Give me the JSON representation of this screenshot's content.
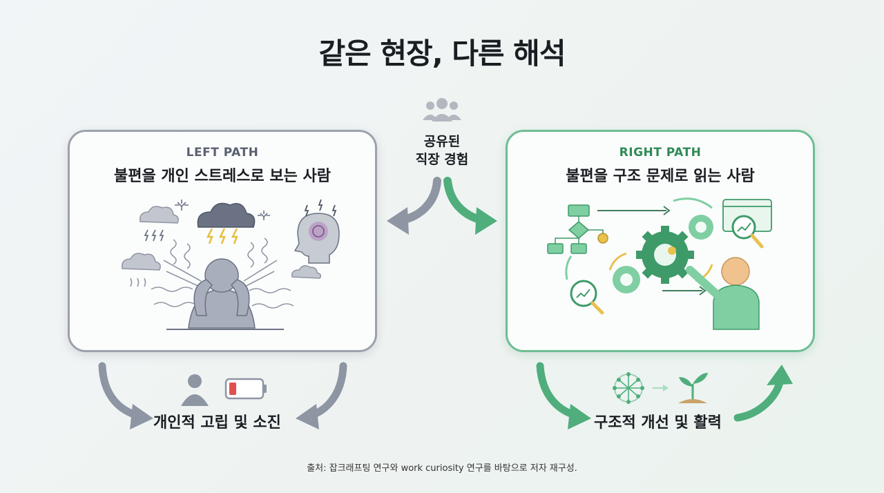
{
  "title": "같은 현장, 다른 해석",
  "center": {
    "line1": "공유된",
    "line2": "직장 경험",
    "icon": "people-group-icon"
  },
  "left_panel": {
    "tag": "LEFT PATH",
    "subtitle": "불편을 개인 스트레스로 보는 사람",
    "illustration": "stressed-person-with-storm-clouds"
  },
  "right_panel": {
    "tag": "RIGHT PATH",
    "subtitle": "불편을 구조 문제로 읽는 사람",
    "illustration": "person-analyzing-gears-and-flowchart"
  },
  "left_outcome": {
    "label": "개인적 고립 및 소진",
    "icons": [
      "person-icon",
      "low-battery-icon"
    ]
  },
  "right_outcome": {
    "label": "구조적 개선 및 활력",
    "icons": [
      "network-icon",
      "sprout-icon"
    ]
  },
  "source": "출처: 잡크래프팅 연구와 work curiosity 연구를 바탕으로 저자 재구성.",
  "colors": {
    "gray": "#8e95a3",
    "green": "#4fae7c",
    "yellow": "#e8c14e",
    "purple": "#9b6aa8"
  }
}
